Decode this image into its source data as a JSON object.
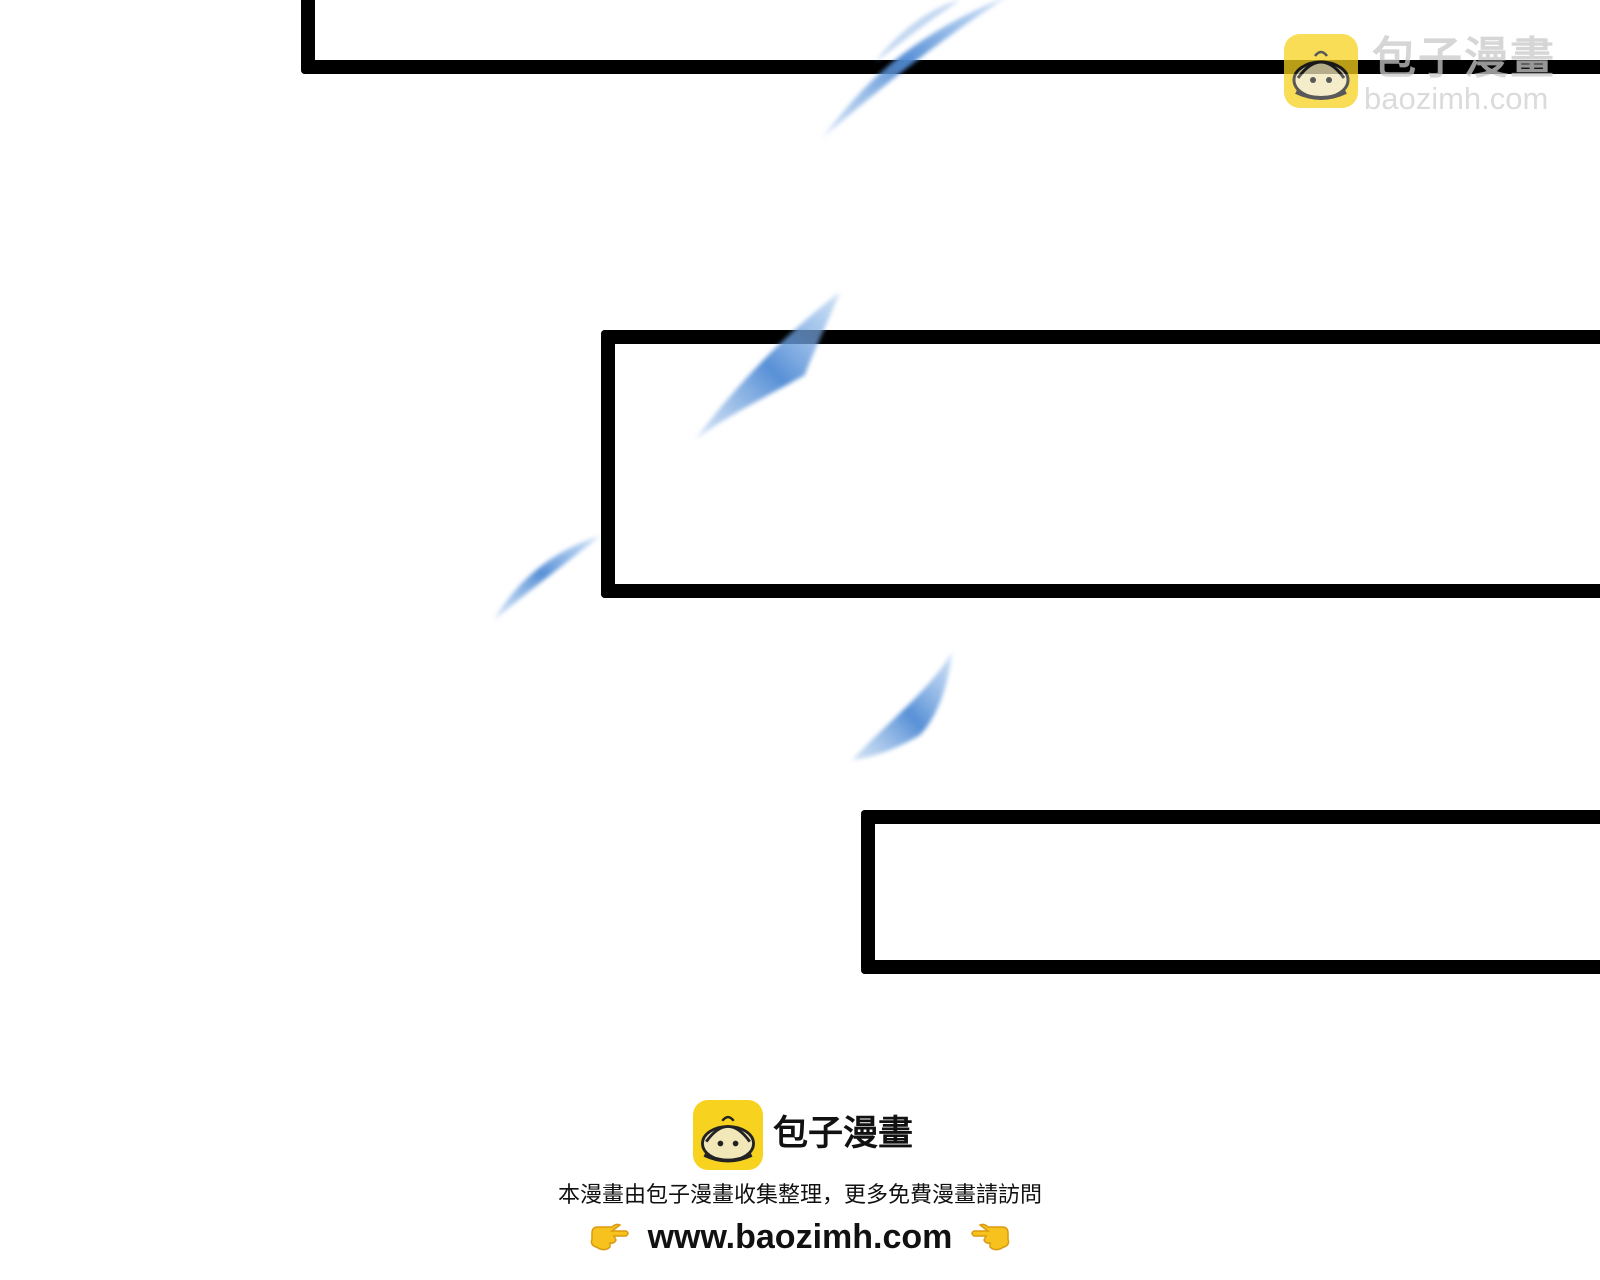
{
  "watermark": {
    "logo_icon": "bun-mascot-icon",
    "name": "包子漫畫",
    "domain": "baozimh.com"
  },
  "footer": {
    "logo_icon": "bun-mascot-icon",
    "name": "包子漫畫",
    "note": "本漫畫由包子漫畫收集整理，更多免費漫畫請訪問",
    "url": "www.baozimh.com",
    "left_icon": "pointing-right-hand-icon",
    "right_icon": "pointing-left-hand-icon"
  },
  "colors": {
    "panel_border": "#000000",
    "streak_blue": "#5b93d6",
    "logo_yellow": "#f7d21e",
    "watermark_gray": "#c9c9c9"
  }
}
